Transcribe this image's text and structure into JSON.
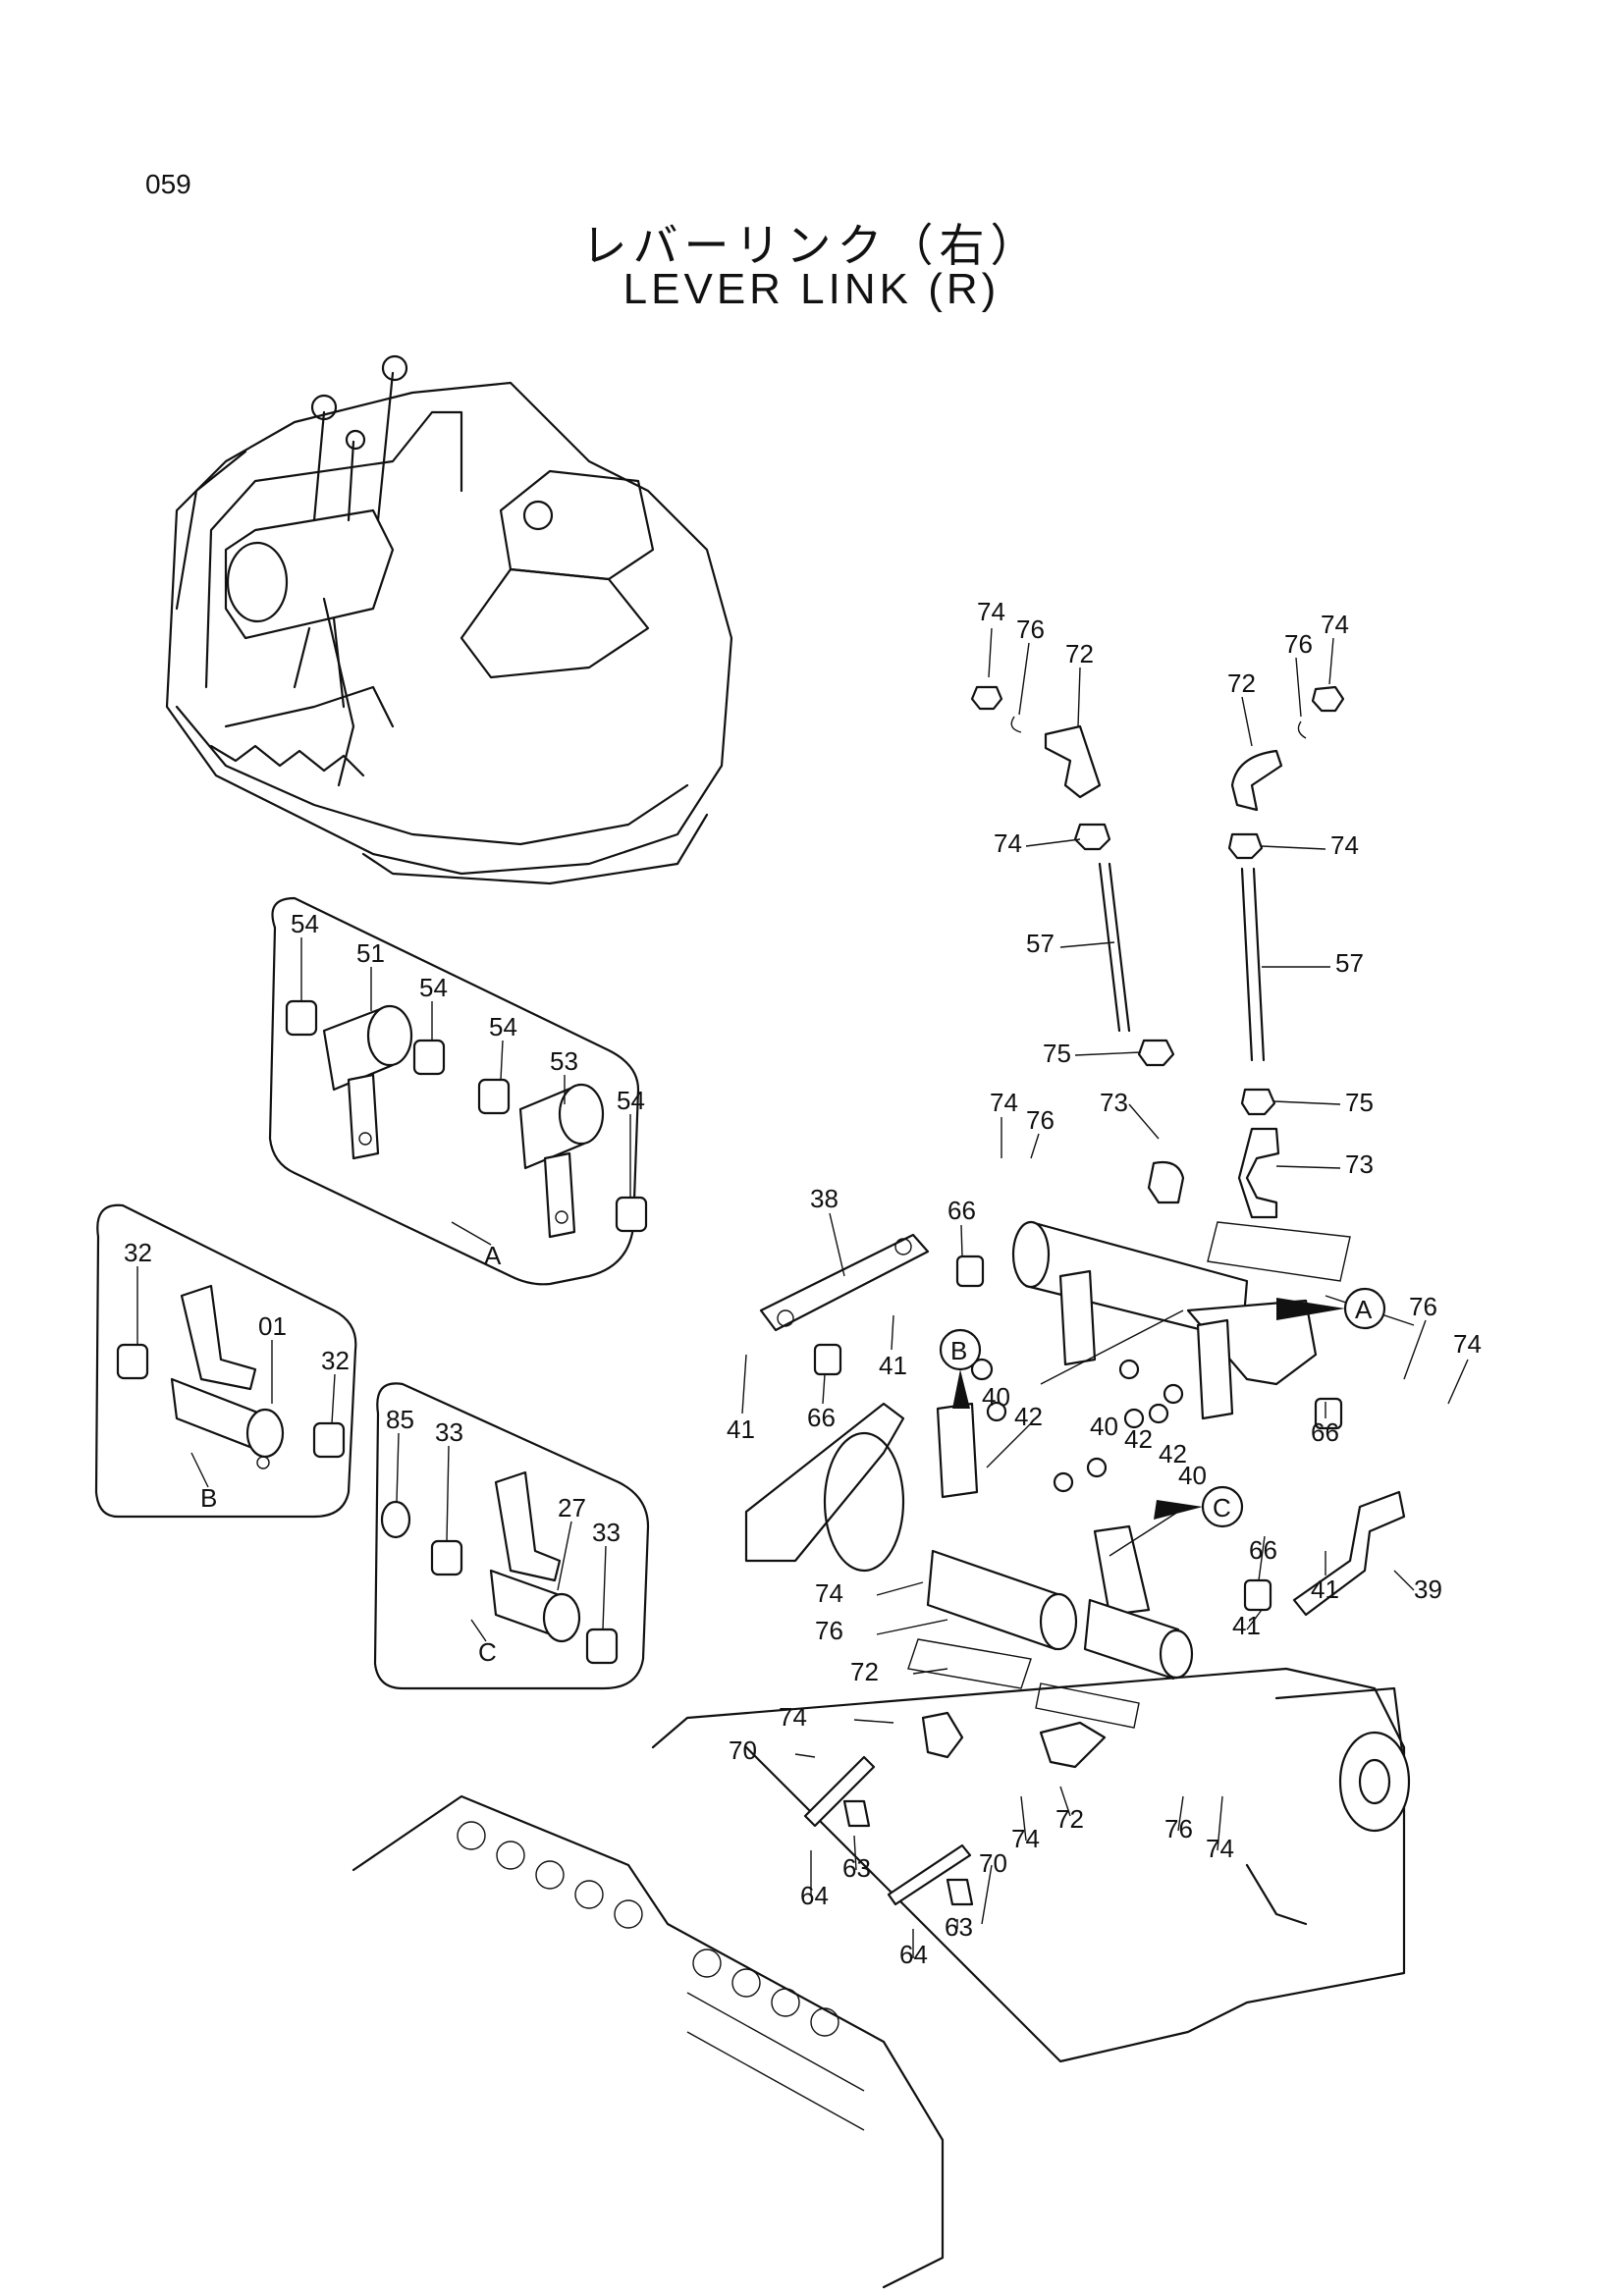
{
  "header": {
    "page_number": "059",
    "title_jp": "レバーリンク（右）",
    "title_en": "LEVER LINK (R)"
  },
  "detail_groups": [
    {
      "id": "A",
      "parts": [
        "54",
        "51",
        "54",
        "54",
        "53",
        "54"
      ]
    },
    {
      "id": "B",
      "parts": [
        "32",
        "01",
        "32"
      ]
    },
    {
      "id": "C",
      "parts": [
        "85",
        "33",
        "27",
        "33"
      ]
    }
  ],
  "callout_letters": [
    "A",
    "B",
    "C"
  ],
  "part_labels": [
    "74",
    "76",
    "72",
    "76",
    "74",
    "72",
    "74",
    "74",
    "57",
    "57",
    "75",
    "75",
    "74",
    "76",
    "73",
    "73",
    "38",
    "66",
    "41",
    "41",
    "66",
    "40",
    "42",
    "40",
    "42",
    "42",
    "40",
    "76",
    "74",
    "66",
    "66",
    "41",
    "39",
    "41",
    "74",
    "76",
    "72",
    "74",
    "70",
    "72",
    "74",
    "76",
    "74",
    "63",
    "64",
    "70",
    "63",
    "64"
  ]
}
